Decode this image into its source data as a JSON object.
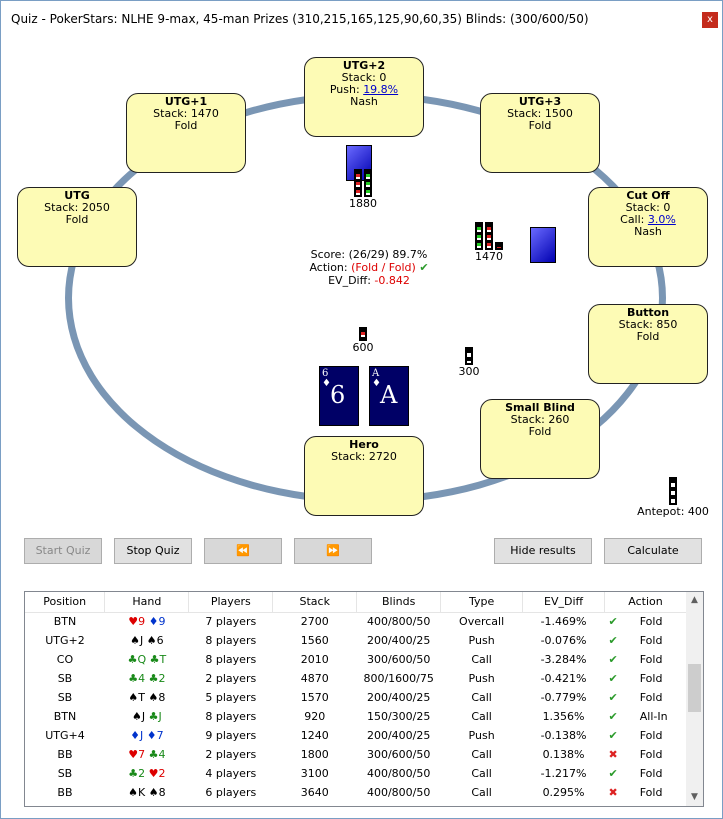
{
  "window": {
    "title": "Quiz - PokerStars: NLHE 9-max, 45-man Prizes (310,215,165,125,90,60,35) Blinds: (300/600/50)",
    "close": "x"
  },
  "seats": [
    {
      "name": "UTG+2",
      "line1": "Stack: 0",
      "line2_prefix": "Push: ",
      "line2_link": "19.8%",
      "line3": "Nash"
    },
    {
      "name": "UTG+1",
      "line1": "Stack: 1470",
      "line2": "Fold"
    },
    {
      "name": "UTG+3",
      "line1": "Stack: 1500",
      "line2": "Fold"
    },
    {
      "name": "UTG",
      "line1": "Stack: 2050",
      "line2": "Fold"
    },
    {
      "name": "Cut Off",
      "line1": "Stack: 0",
      "line2_prefix": "Call: ",
      "line2_link": "3.0%",
      "line3": "Nash"
    },
    {
      "name": "Button",
      "line1": "Stack: 850",
      "line2": "Fold"
    },
    {
      "name": "Small Blind",
      "line1": "Stack: 260",
      "line2": "Fold"
    },
    {
      "name": "Hero",
      "line1": "Stack: 2720"
    }
  ],
  "info": {
    "score": "Score: (26/29) 89.7%",
    "action_label": "Action: ",
    "action_value": "(Fold / Fold)",
    "ev_label": "EV_Diff: ",
    "ev_value": "-0.842"
  },
  "chips": {
    "utg2": "1880",
    "cutoff": "1470",
    "bb": "600",
    "sb": "300",
    "antepot": "Antepot: 400"
  },
  "hero_cards": [
    {
      "rank": "6",
      "suit": "♦"
    },
    {
      "rank": "A",
      "suit": "♦"
    }
  ],
  "buttons": {
    "start": "Start Quiz",
    "stop": "Stop Quiz",
    "prev": "⏪",
    "next": "⏩",
    "hide": "Hide results",
    "calc": "Calculate"
  },
  "results": {
    "headers": [
      "Position",
      "Hand",
      "Players",
      "Stack",
      "Blinds",
      "Type",
      "EV_Diff",
      "Action"
    ],
    "rows": [
      {
        "pos": "BTN",
        "hand": [
          "♥9",
          "♦9"
        ],
        "players": "7 players",
        "stack": "2700",
        "blinds": "400/800/50",
        "type": "Overcall",
        "ev": "-1.469%",
        "ok": true,
        "action": "Fold"
      },
      {
        "pos": "UTG+2",
        "hand": [
          "♠J",
          "♠6"
        ],
        "players": "8 players",
        "stack": "1560",
        "blinds": "200/400/25",
        "type": "Push",
        "ev": "-0.076%",
        "ok": true,
        "action": "Fold"
      },
      {
        "pos": "CO",
        "hand": [
          "♣Q",
          "♣T"
        ],
        "players": "8 players",
        "stack": "2010",
        "blinds": "300/600/50",
        "type": "Call",
        "ev": "-3.284%",
        "ok": true,
        "action": "Fold"
      },
      {
        "pos": "SB",
        "hand": [
          "♣4",
          "♣2"
        ],
        "players": "2 players",
        "stack": "4870",
        "blinds": "800/1600/75",
        "type": "Push",
        "ev": "-0.421%",
        "ok": true,
        "action": "Fold"
      },
      {
        "pos": "SB",
        "hand": [
          "♠T",
          "♠8"
        ],
        "players": "5 players",
        "stack": "1570",
        "blinds": "200/400/25",
        "type": "Call",
        "ev": "-0.779%",
        "ok": true,
        "action": "Fold"
      },
      {
        "pos": "BTN",
        "hand": [
          "♠J",
          "♣J"
        ],
        "players": "8 players",
        "stack": "920",
        "blinds": "150/300/25",
        "type": "Call",
        "ev": "1.356%",
        "ok": true,
        "action": "All-In"
      },
      {
        "pos": "UTG+4",
        "hand": [
          "♦J",
          "♦7"
        ],
        "players": "9 players",
        "stack": "1240",
        "blinds": "200/400/25",
        "type": "Push",
        "ev": "-0.138%",
        "ok": true,
        "action": "Fold"
      },
      {
        "pos": "BB",
        "hand": [
          "♥7",
          "♣4"
        ],
        "players": "2 players",
        "stack": "1800",
        "blinds": "300/600/50",
        "type": "Call",
        "ev": "0.138%",
        "ok": false,
        "action": "Fold"
      },
      {
        "pos": "SB",
        "hand": [
          "♣2",
          "♥2"
        ],
        "players": "4 players",
        "stack": "3100",
        "blinds": "400/800/50",
        "type": "Call",
        "ev": "-1.217%",
        "ok": true,
        "action": "Fold"
      },
      {
        "pos": "BB",
        "hand": [
          "♠K",
          "♠8"
        ],
        "players": "6 players",
        "stack": "3640",
        "blinds": "400/800/50",
        "type": "Call",
        "ev": "0.295%",
        "ok": false,
        "action": "Fold"
      }
    ]
  }
}
